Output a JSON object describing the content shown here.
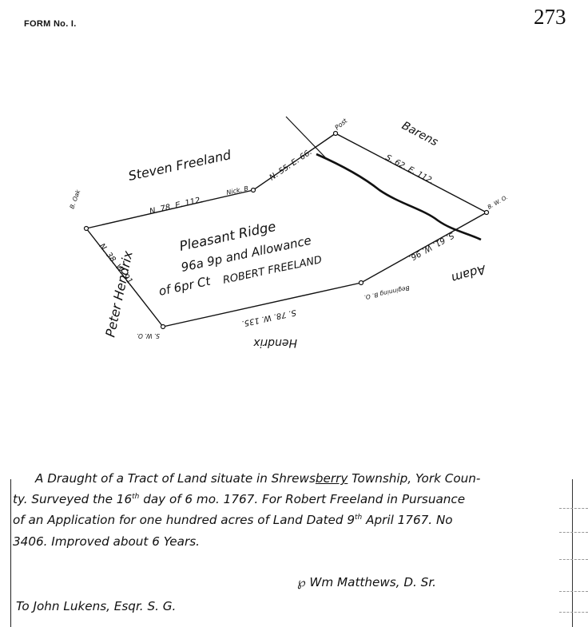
{
  "header": {
    "form_label": "FORM No. I.",
    "page_number": "273"
  },
  "map": {
    "tract_name": "Pleasant Ridge",
    "acreage_line": "96a 9p and Allowance",
    "owner_line_prefix": "of 6pr Ct",
    "owner": "ROBERT FREELAND",
    "neighbors": {
      "north": "Steven Freeland",
      "northeast": "Barens",
      "west": "Peter Hendrix",
      "south": "Hendrix",
      "east": "Adam"
    },
    "courses": [
      {
        "bearing": "N. 78. E. 112."
      },
      {
        "bearing": "N. 55. E. 66."
      },
      {
        "bearing": "S. 62. E. 112."
      },
      {
        "bearing": "S. 61. W. 96."
      },
      {
        "bearing": "S. 78. W. 135."
      },
      {
        "bearing": "N. 38. W. 91."
      }
    ],
    "corners": {
      "nick": "Nick. B",
      "post": "Post",
      "bwo": "B. W. O.",
      "beginning": "Beginning B. O.",
      "swo": "S. W. O.",
      "bo_nw": "B. Oak"
    }
  },
  "caption": {
    "line1_a": "A Draught of a Tract of Land situate in Shrews",
    "line1_u": "berry",
    "line1_b": " Township, York Coun-",
    "line2_a": "ty.  Surveyed the 16",
    "line2_sup": "th",
    "line2_b": " day of 6 mo. 1767.  For Robert Freeland in Pursuance",
    "line3_a": "of an Application for one hundred acres of Land Dated 9",
    "line3_sup": "th",
    "line3_b": " April 1767.  No",
    "line4": "3406.   Improved about 6 Years.",
    "signature": "℘ Wm Matthews, D. Sr.",
    "addressee": "To John Lukens, Esqr. S. G."
  }
}
